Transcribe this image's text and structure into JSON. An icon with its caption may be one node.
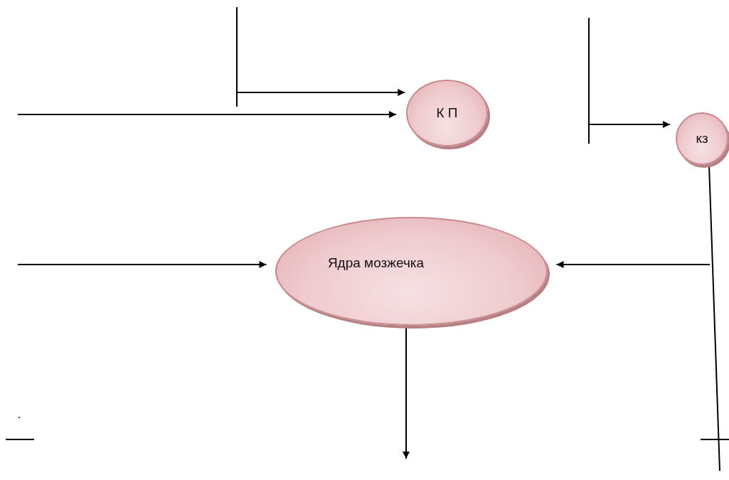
{
  "diagram": {
    "nodes": [
      {
        "text": [
          "К П"
        ]
      },
      {
        "text": [
          "кз"
        ]
      },
      {
        "text": [
          "Ядра мозжечка"
        ]
      }
    ],
    "edges": [
      {
        "from": null,
        "to": 0,
        "arrow": "to"
      },
      {
        "from": null,
        "to": 0,
        "arrow": "to"
      },
      {
        "from": null,
        "to": 1,
        "arrow": "to"
      },
      {
        "from": null,
        "to": 2,
        "arrow": "to"
      },
      {
        "from": null,
        "to": 2,
        "arrow": "to"
      },
      {
        "from": 2,
        "to": null,
        "arrow": "to"
      }
    ]
  }
}
